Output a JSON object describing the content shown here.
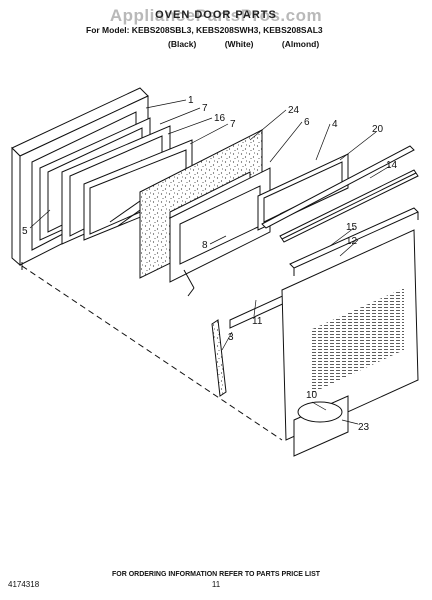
{
  "header": {
    "watermark": "AppliancePartsPros.com",
    "title": "OVEN DOOR PARTS",
    "model_line": "For Model: KEBS208SBL3, KEBS208SWH3, KEBS208SAL3",
    "colors": [
      "(Black)",
      "(White)",
      "(Almond)"
    ]
  },
  "callouts": [
    "1",
    "7",
    "16",
    "7",
    "24",
    "6",
    "4",
    "20",
    "14",
    "5",
    "8",
    "15",
    "12",
    "11",
    "3",
    "10",
    "23"
  ],
  "footer": {
    "ordering_note": "FOR ORDERING INFORMATION REFER TO PARTS PRICE LIST",
    "page_number": "11",
    "document_number": "4174318"
  }
}
